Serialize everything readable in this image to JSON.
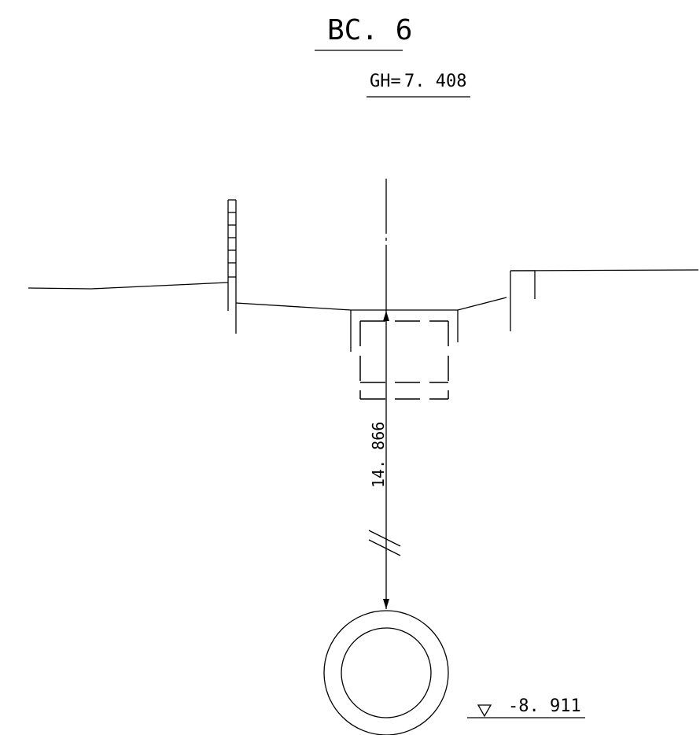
{
  "title": "BC. 6",
  "ground_height": {
    "label": "GH=",
    "value": "7. 408"
  },
  "depth_dimension": "14. 866",
  "pipe_level": "-8. 911",
  "colors": {
    "line": "#000000",
    "background": "#ffffff"
  }
}
